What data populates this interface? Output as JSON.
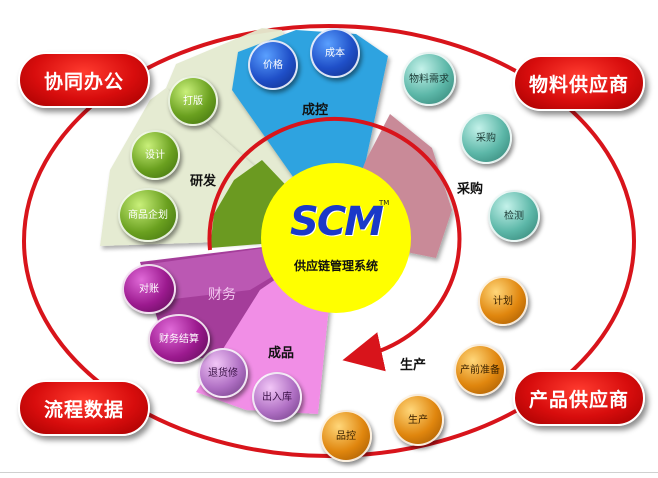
{
  "center": {
    "logo": "SCM",
    "trademark": "TM",
    "subtitle": "供应链管理系统"
  },
  "corners": {
    "top_left": "协同办公",
    "top_right": "物料供应商",
    "bottom_left": "流程数据",
    "bottom_right": "产品供应商"
  },
  "sections": {
    "cost_control": {
      "label": "成控",
      "items": [
        "价格",
        "成本"
      ]
    },
    "procurement": {
      "label": "采购",
      "items": [
        "物料需求",
        "采购",
        "检测"
      ]
    },
    "production": {
      "label": "生产",
      "items": [
        "计划",
        "产前准备",
        "生产",
        "品控"
      ]
    },
    "finished": {
      "label": "成品",
      "items": [
        "出入库",
        "退货修"
      ]
    },
    "finance": {
      "label": "财务",
      "items": [
        "对账",
        "财务结算"
      ]
    },
    "rnd": {
      "label": "研发",
      "items": [
        "商品企划",
        "设计",
        "打版"
      ]
    }
  },
  "colors": {
    "ring": "#d8141b",
    "cost_control": "#2ea3e0",
    "procurement": "#c98a98",
    "finished": "#f18ee6",
    "finance": "#a43c9a",
    "rnd": "#e2e8c8",
    "rnd_inner": "#6b9a21",
    "center": "#ffff00",
    "logo": "#1a39c8"
  }
}
